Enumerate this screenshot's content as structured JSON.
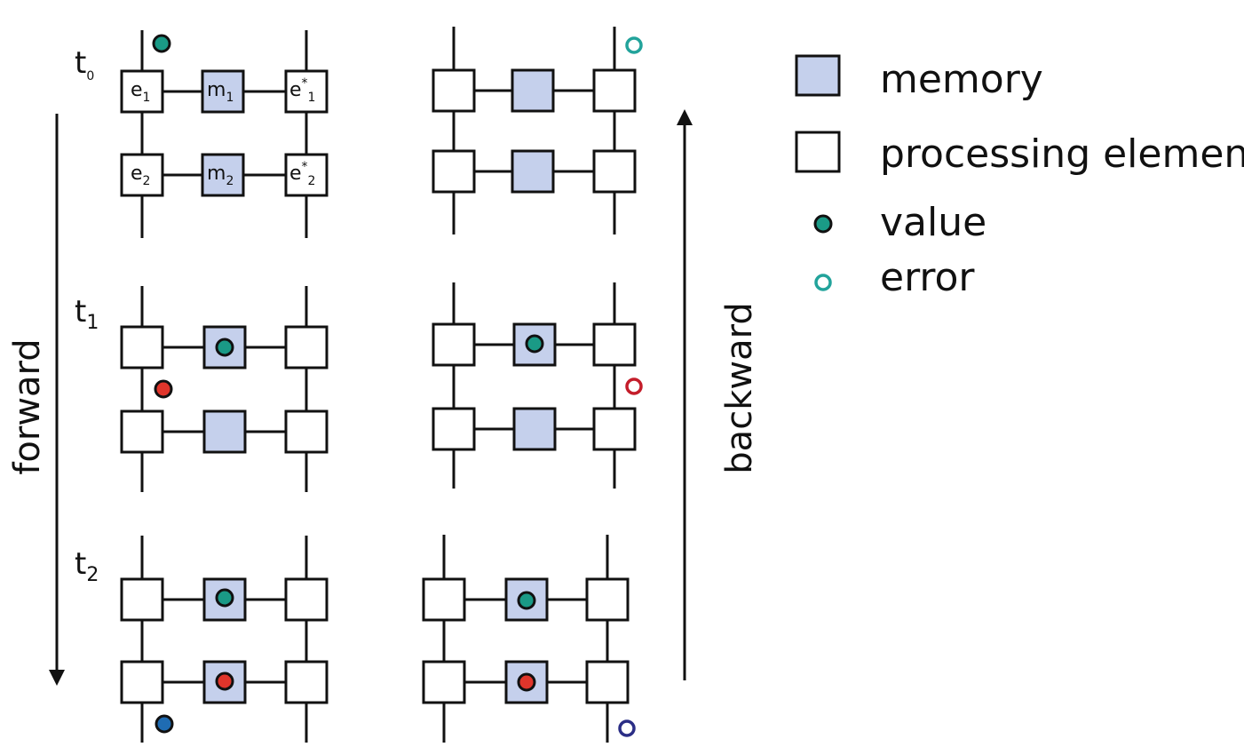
{
  "colors": {
    "memory_fill": "#c5d0ec",
    "value_teal": "#1a9a86",
    "value_red": "#e0352b",
    "value_blue": "#1f6cb3",
    "error_teal": "#22a39b",
    "error_red": "#c41d2a",
    "error_navy": "#2b2e86"
  },
  "time_labels": [
    {
      "t": "t",
      "sub": "0"
    },
    {
      "t": "t",
      "sub": "1"
    },
    {
      "t": "t",
      "sub": "2"
    }
  ],
  "cell_labels": {
    "e1": {
      "base": "e",
      "sub": "1"
    },
    "m1": {
      "base": "m",
      "sub": "1"
    },
    "e1s": {
      "base": "e",
      "sup": "*",
      "sub": "1"
    },
    "e2": {
      "base": "e",
      "sub": "2"
    },
    "m2": {
      "base": "m",
      "sub": "2"
    },
    "e2s": {
      "base": "e",
      "sup": "*",
      "sub": "2"
    }
  },
  "forward_label": "forward",
  "backward_label": "backward",
  "legend": [
    {
      "icon": "memory",
      "label": "memory"
    },
    {
      "icon": "processing-element",
      "label": "processing element"
    },
    {
      "icon": "value",
      "label": "value"
    },
    {
      "icon": "error",
      "label": "error"
    }
  ]
}
